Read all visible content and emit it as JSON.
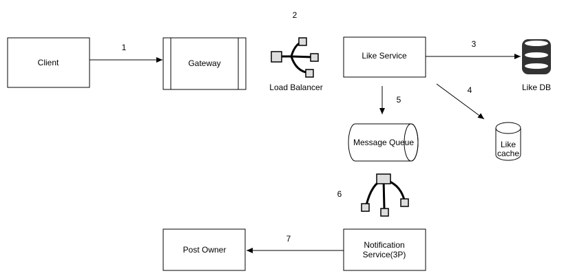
{
  "diagram": {
    "nodes": {
      "client": "Client",
      "gateway": "Gateway",
      "load_balancer": "Load Balancer",
      "like_service": "Like Service",
      "like_db": "Like DB",
      "like_cache": "Like cache",
      "message_queue": "Message Queue",
      "post_owner": "Post Owner",
      "notification_service": "Notification Service(3P)"
    },
    "steps": {
      "s1": "1",
      "s2": "2",
      "s3": "3",
      "s4": "4",
      "s5": "5",
      "s6": "6",
      "s7": "7"
    },
    "edges": [
      {
        "from": "client",
        "to": "gateway",
        "label": "1"
      },
      {
        "from": "like_service",
        "to": "like_db",
        "label": "3"
      },
      {
        "from": "like_service",
        "to": "like_cache",
        "label": "4"
      },
      {
        "from": "like_service",
        "to": "message_queue",
        "label": "5"
      },
      {
        "from": "notification_service",
        "to": "post_owner",
        "label": "7"
      }
    ],
    "colors": {
      "stroke": "#000000",
      "fill": "#ffffff",
      "node_grey": "#dddddd",
      "db_dark": "#333333"
    }
  }
}
